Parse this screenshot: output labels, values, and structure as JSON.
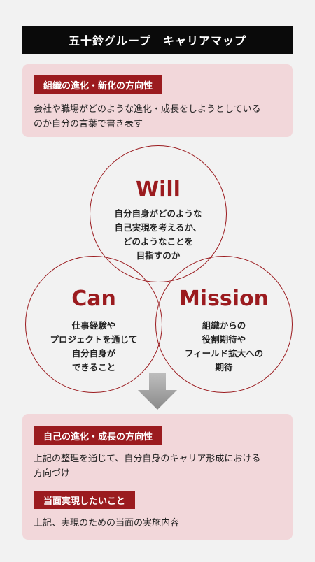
{
  "title": "五十鈴グループ　キャリアマップ",
  "top_box": {
    "tag": "組織の進化・新化の方向性",
    "text_lines": [
      "会社や職場がどのような進化・成長をしようとしている",
      "のか自分の言葉で書き表す"
    ]
  },
  "circles": {
    "will": {
      "title": "Will",
      "lines": [
        "自分自身がどのような",
        "自己実現を考えるか、",
        "どのようなことを",
        "目指すのか"
      ]
    },
    "can": {
      "title": "Can",
      "lines": [
        "仕事経験や",
        "プロジェクトを通じて",
        "自分自身が",
        "できること"
      ]
    },
    "mission": {
      "title": "Mission",
      "lines": [
        "組織からの",
        "役割期待や",
        "フィールド拡大への",
        "期待"
      ]
    }
  },
  "bottom_box": {
    "section1": {
      "tag": "自己の進化・成長の方向性",
      "text_lines": [
        "上記の整理を通じて、自分自身のキャリア形成における",
        "方向づけ"
      ]
    },
    "section2": {
      "tag": "当面実現したいこと",
      "text_lines": [
        "上記、実現のための当面の実施内容"
      ]
    }
  },
  "colors": {
    "accent": "#9b1b1f",
    "pink": "#f2d7da",
    "title_bg": "#0a0a0a",
    "arrow": "#9a9a9a"
  }
}
